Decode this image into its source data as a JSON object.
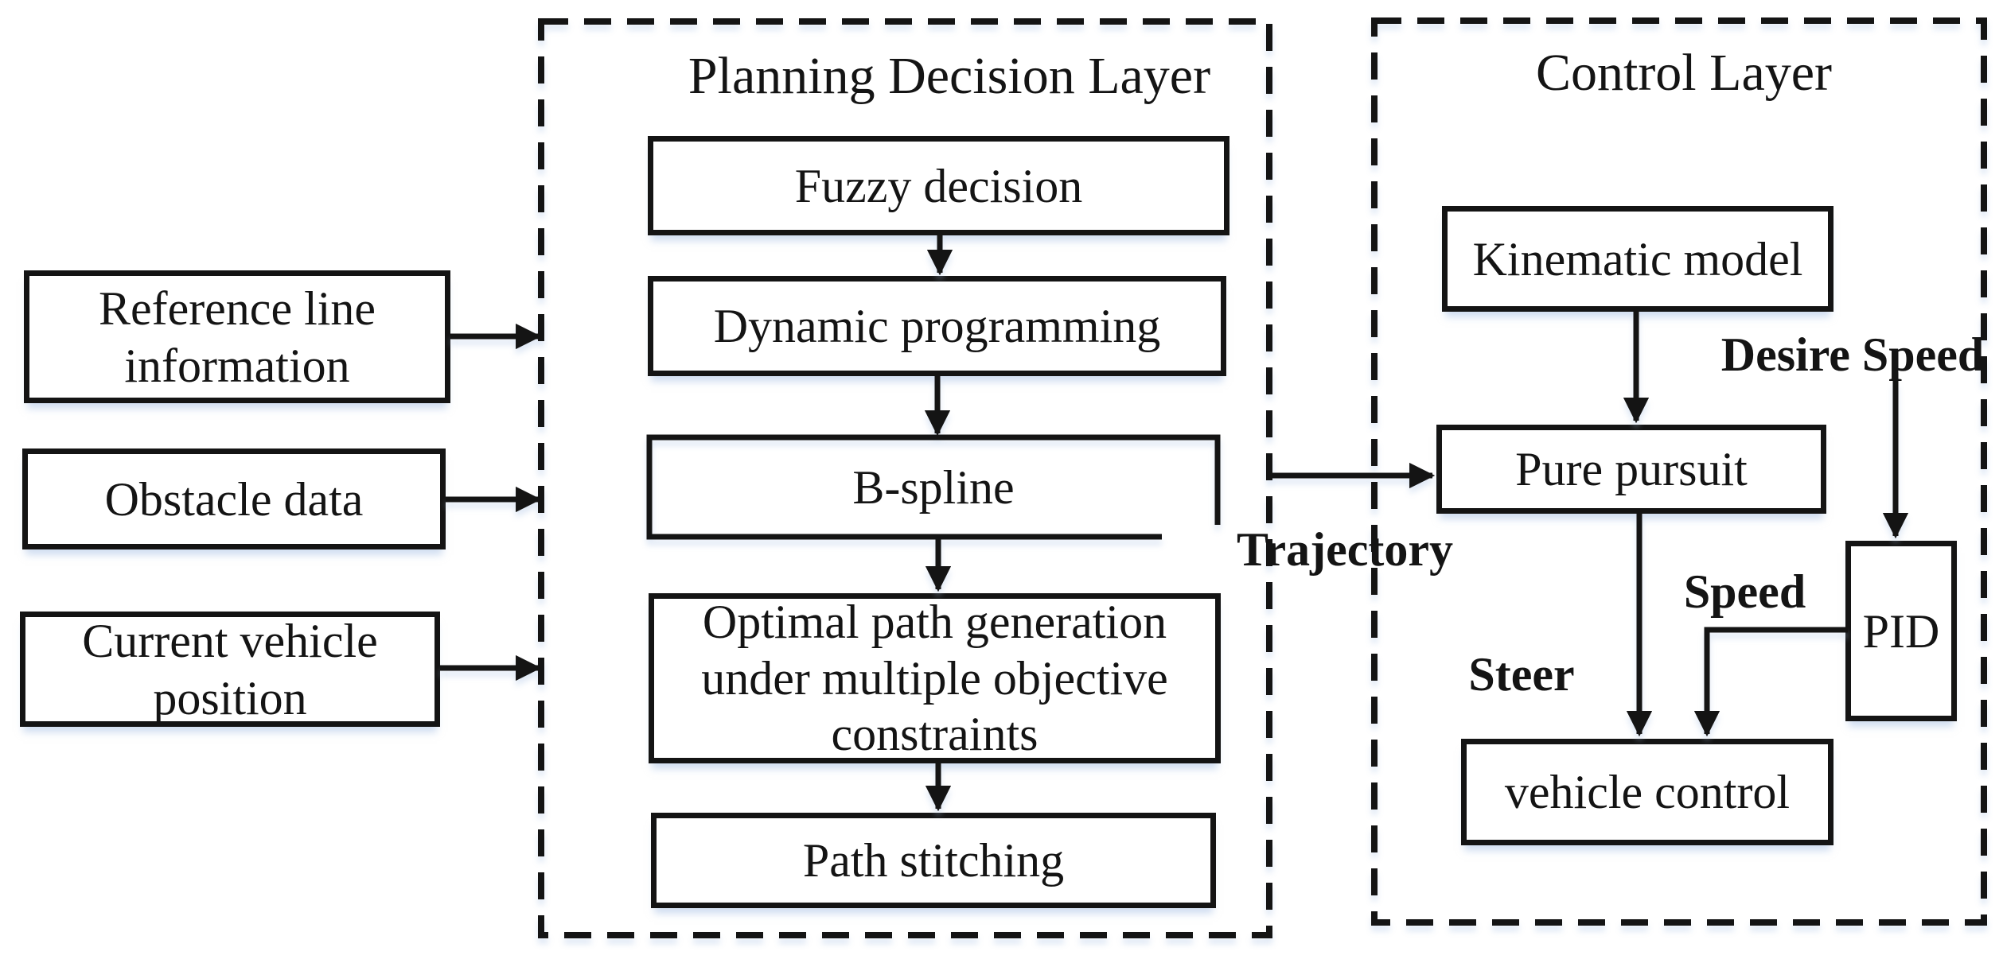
{
  "canvas": {
    "background": "#ffffff",
    "ink": "#141414",
    "shadow_tint": "#acc3e6"
  },
  "inputs": {
    "reference_line": "Reference line\ninformation",
    "obstacle_data": "Obstacle data",
    "current_vehicle_position": "Current vehicle\nposition"
  },
  "planning_layer": {
    "title": "Planning Decision Layer",
    "steps": {
      "fuzzy_decision": "Fuzzy decision",
      "dynamic_programming": "Dynamic programming",
      "b_spline": "B-spline",
      "optimal_path": "Optimal path generation\nunder multiple objective\nconstraints",
      "path_stitching": "Path stitching"
    }
  },
  "control_layer": {
    "title": "Control Layer",
    "blocks": {
      "kinematic_model": "Kinematic model",
      "pure_pursuit": "Pure pursuit",
      "pid": "PID",
      "vehicle_control": "vehicle control"
    }
  },
  "flow_labels": {
    "trajectory": "Trajectory",
    "desire_speed": "Desire Speed",
    "speed": "Speed",
    "steer": "Steer"
  }
}
